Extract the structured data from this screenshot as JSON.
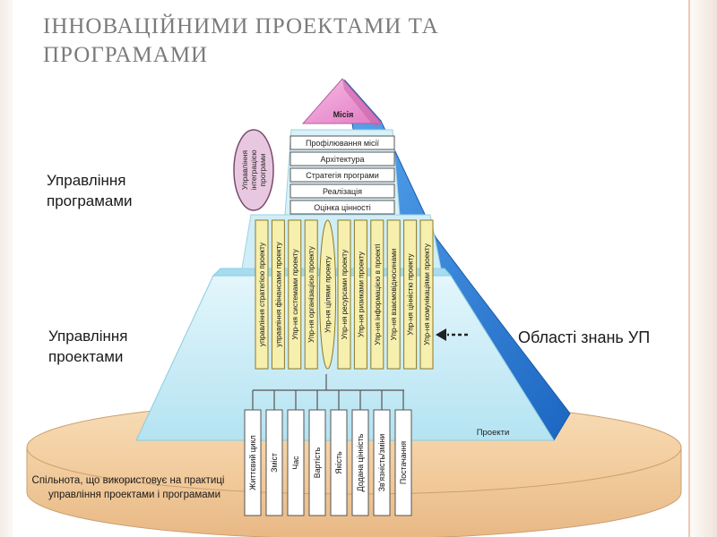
{
  "title": {
    "line1": "ІННОВАЦІЙНИМИ ПРОЕКТАМИ ТА",
    "line2": "ПРОГРАМАМИ"
  },
  "labels": {
    "program_mgmt_1": "Управління",
    "program_mgmt_2": "програмами",
    "project_mgmt_1": "Управління",
    "project_mgmt_2": "проектами",
    "knowledge_areas": "Області знань УП",
    "projects": "Проекти",
    "community_1": "Спільнота, що використовує на практиці",
    "community_2": "управління проектами і програмами"
  },
  "mission": "Місія",
  "integration_ellipse": [
    "Управління",
    "інтеграцією",
    "програми"
  ],
  "program_steps": [
    "Профілювання місії",
    "Архітектура",
    "Стратегія програми",
    "Реалізація",
    "Оцінка цінності"
  ],
  "project_columns": [
    "управління стратегією проекту",
    "управління фінансами проекту",
    "Упр-ня системами проекту",
    "Упр-ня організацією проекту",
    "Упр-ня цілями проекту",
    "Упр-ня ресурсами проекту",
    "Упр-ня ризиками проекту",
    "Упр-ня інформацією в проекті",
    "Упр-ня взаємовідносинами",
    "Упр-ня цінністю проекту",
    "Упр-ня комунікаціями проекту"
  ],
  "knowledge_columns": [
    "Життєвий цикл",
    "Зміст",
    "Час",
    "Вартість",
    "Якість",
    "Додана цінність",
    "Зв'язність/зміни",
    "Постачання"
  ],
  "colors": {
    "mission": "#f09ad4",
    "step_box": "#ffffff",
    "ribbon": "#2f7fdc",
    "pyramid_light": "#c9ecf6",
    "platform": "#f3cfa0",
    "column_fill": "#f6efad",
    "ellipse": "#e8c8e0"
  }
}
